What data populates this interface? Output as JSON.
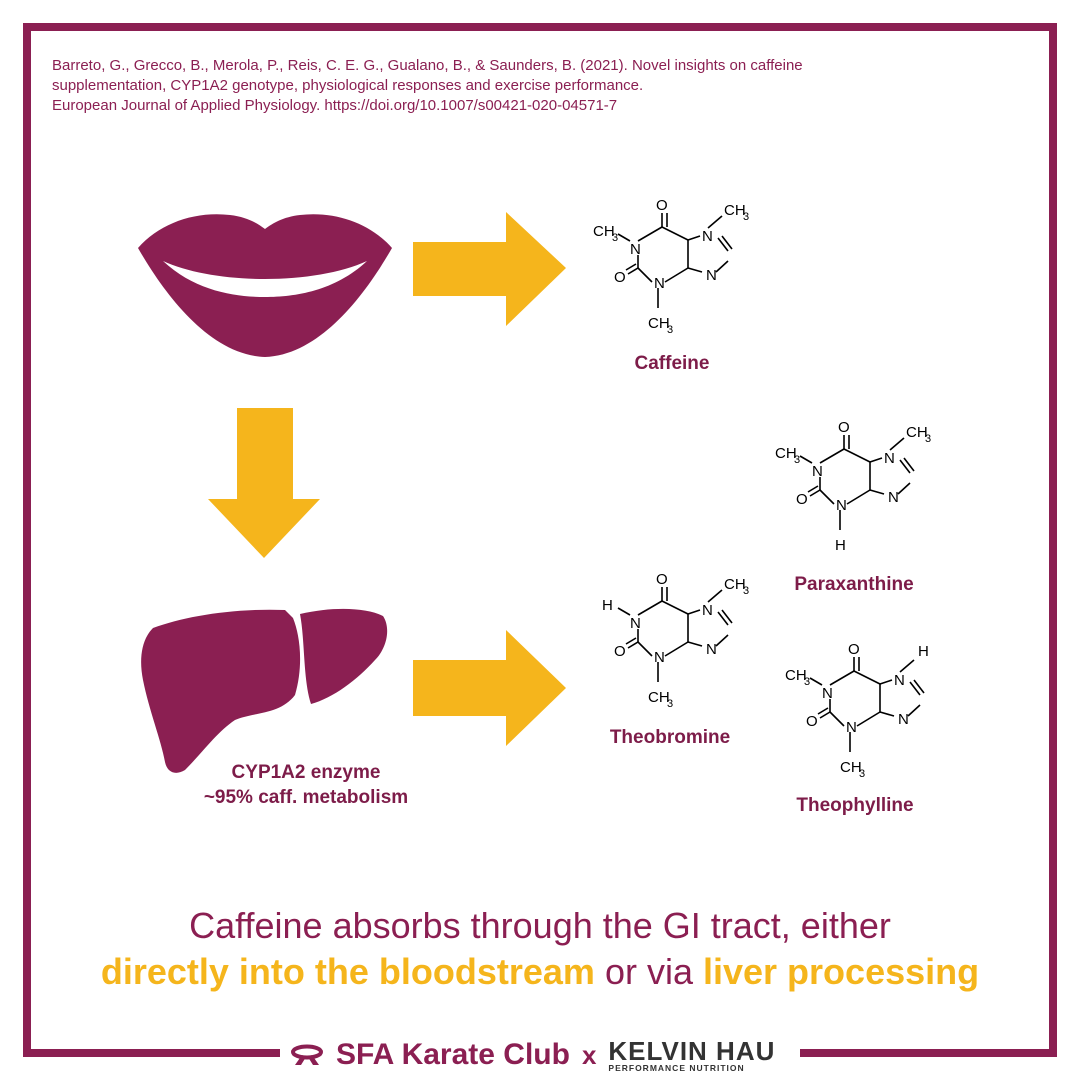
{
  "citation": {
    "line1": "Barreto, G., Grecco, B., Merola, P., Reis, C. E. G., Gualano, B., & Saunders, B. (2021). Novel insights on caffeine",
    "line2": "supplementation, CYP1A2 genotype, physiological responses and exercise performance.",
    "line3": "European Journal of Applied Physiology. https://doi.org/10.1007/s00421-020-04571-7"
  },
  "molecules": {
    "caffeine": "Caffeine",
    "paraxanthine": "Paraxanthine",
    "theobromine": "Theobromine",
    "theophylline": "Theophylline"
  },
  "atoms": {
    "N": "N",
    "O": "O",
    "H": "H",
    "CH3": "CH",
    "sub3": "3"
  },
  "liver": {
    "line1": "CYP1A2 enzyme",
    "line2": "~95% caff. metabolism"
  },
  "caption": {
    "line1": "Caffeine absorbs through the GI tract, either",
    "highlight1": "directly into the bloodstream",
    "connector": " or via ",
    "highlight2": "liver processing"
  },
  "footer": {
    "brand": "SFA Karate Club",
    "separator": "x",
    "partner_name": "KELVIN HAU",
    "partner_tagline": "PERFORMANCE NUTRITION"
  },
  "colors": {
    "primary": "#8b1f52",
    "accent": "#f5b51c"
  }
}
